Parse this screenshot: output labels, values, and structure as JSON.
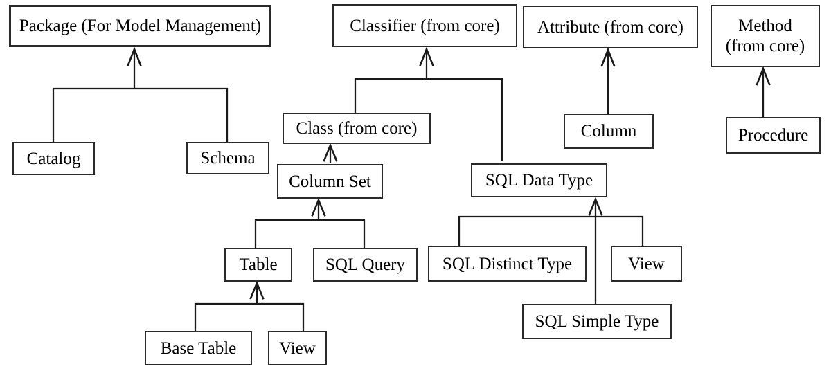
{
  "diagram": {
    "type": "class-inheritance-diagram",
    "colors": {
      "background": "#ffffff",
      "box_fill": "#ffffff",
      "box_border": "#2a2a2a",
      "line": "#1a1a1a",
      "text": "#000000"
    },
    "nodes": {
      "package": {
        "label": "Package (For Model Management)"
      },
      "classifier": {
        "label": "Classifier (from core)"
      },
      "attribute": {
        "label": "Attribute (from core)"
      },
      "method": {
        "label": "Method\n(from core)"
      },
      "class_core": {
        "label": "Class (from core)"
      },
      "column": {
        "label": "Column"
      },
      "procedure": {
        "label": "Procedure"
      },
      "catalog": {
        "label": "Catalog"
      },
      "schema": {
        "label": "Schema"
      },
      "column_set": {
        "label": "Column Set"
      },
      "sql_data_type": {
        "label": "SQL Data Type"
      },
      "table": {
        "label": "Table"
      },
      "sql_query": {
        "label": "SQL Query"
      },
      "sql_distinct_type": {
        "label": "SQL Distinct Type"
      },
      "view_of_sql_data_type": {
        "label": "View"
      },
      "sql_simple_type": {
        "label": "SQL Simple Type"
      },
      "base_table": {
        "label": "Base Table"
      },
      "view_of_table": {
        "label": "View"
      }
    },
    "edges": [
      {
        "child": "catalog",
        "parent": "package",
        "relation": "inherits"
      },
      {
        "child": "schema",
        "parent": "package",
        "relation": "inherits"
      },
      {
        "child": "class_core",
        "parent": "classifier",
        "relation": "inherits"
      },
      {
        "child": "sql_data_type",
        "parent": "classifier",
        "relation": "inherits"
      },
      {
        "child": "column_set",
        "parent": "class_core",
        "relation": "inherits"
      },
      {
        "child": "table",
        "parent": "column_set",
        "relation": "inherits"
      },
      {
        "child": "sql_query",
        "parent": "column_set",
        "relation": "inherits"
      },
      {
        "child": "base_table",
        "parent": "table",
        "relation": "inherits"
      },
      {
        "child": "view_of_table",
        "parent": "table",
        "relation": "inherits"
      },
      {
        "child": "sql_distinct_type",
        "parent": "sql_data_type",
        "relation": "inherits"
      },
      {
        "child": "view_of_sql_data_type",
        "parent": "sql_data_type",
        "relation": "inherits"
      },
      {
        "child": "sql_simple_type",
        "parent": "sql_data_type",
        "relation": "inherits"
      },
      {
        "child": "column",
        "parent": "attribute",
        "relation": "inherits"
      },
      {
        "child": "procedure",
        "parent": "method",
        "relation": "inherits"
      }
    ]
  }
}
